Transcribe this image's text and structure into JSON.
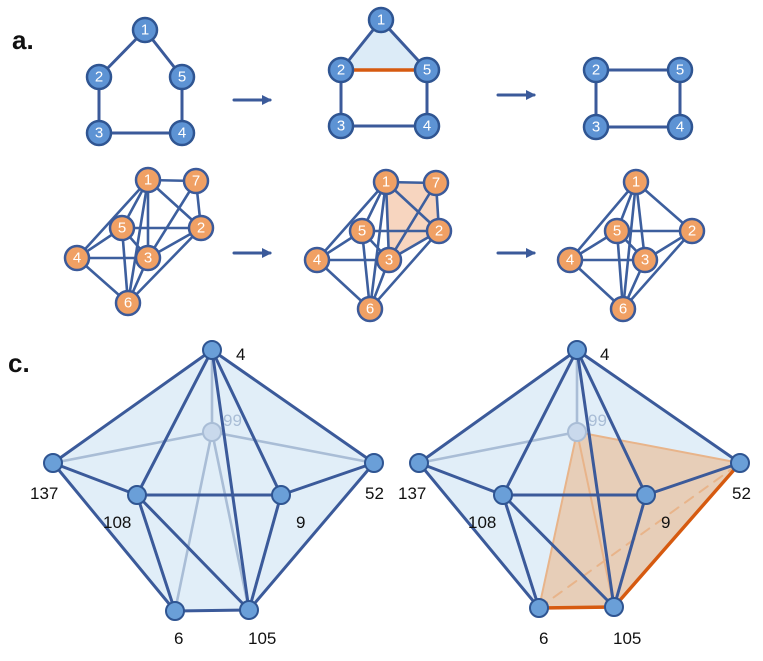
{
  "panel_labels": {
    "a": "a.",
    "c": "c."
  },
  "row1": {
    "left": {
      "nodes": [
        "1",
        "2",
        "5",
        "3",
        "4"
      ]
    },
    "middle": {
      "nodes": [
        "1",
        "2",
        "5",
        "3",
        "4"
      ]
    },
    "right": {
      "nodes": [
        "2",
        "5",
        "3",
        "4"
      ]
    }
  },
  "row2": {
    "left": {
      "nodes": [
        "1",
        "7",
        "5",
        "2",
        "4",
        "3",
        "6"
      ]
    },
    "middle": {
      "nodes": [
        "1",
        "7",
        "5",
        "2",
        "4",
        "3",
        "6"
      ]
    },
    "right": {
      "nodes": [
        "1",
        "5",
        "2",
        "4",
        "3",
        "6"
      ]
    }
  },
  "row3": {
    "left": {
      "labels": {
        "v4": "4",
        "v99": "99",
        "v137": "137",
        "v52": "52",
        "v108": "108",
        "v9": "9",
        "v6": "6",
        "v105": "105"
      }
    },
    "right": {
      "labels": {
        "v4": "4",
        "v99": "99",
        "v137": "137",
        "v52": "52",
        "v108": "108",
        "v9": "9",
        "v6": "6",
        "v105": "105"
      }
    }
  },
  "colors": {
    "edge": "#3b5a9a",
    "node_blue": "#5d93d4",
    "node_orange": "#f0a064",
    "highlight_edge": "#d65a10",
    "face_blue": "#dcebf7",
    "face_orange": "#f7d5bf"
  }
}
